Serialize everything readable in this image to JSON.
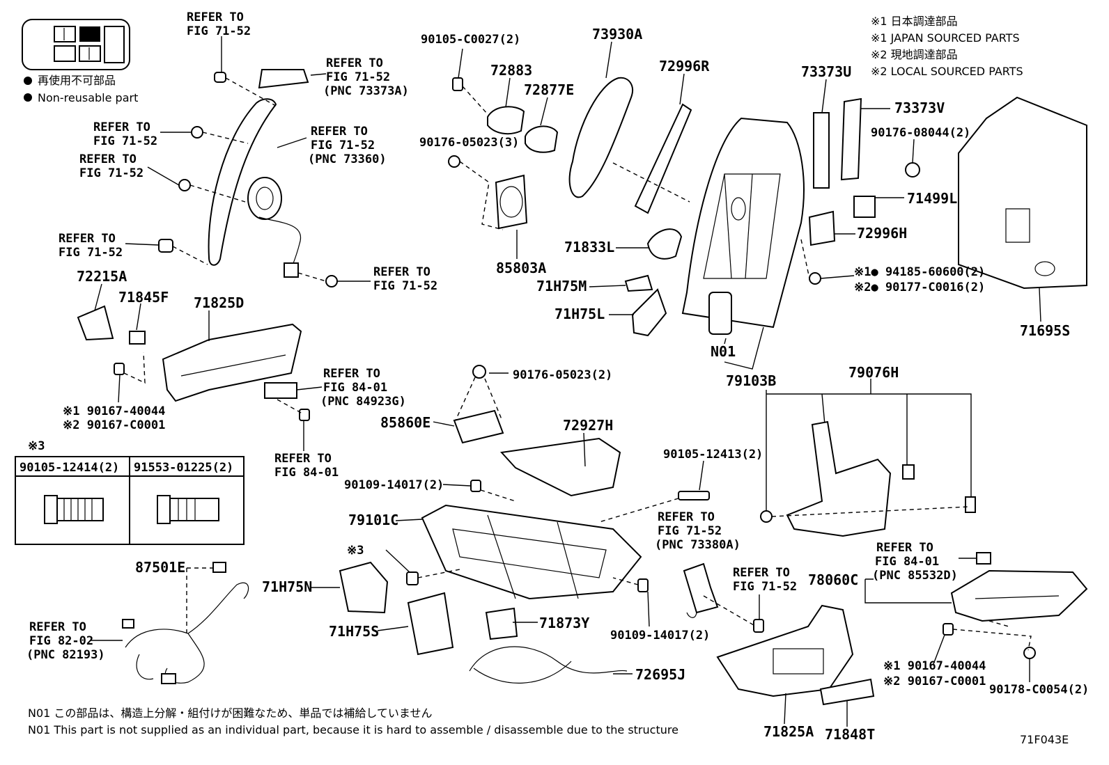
{
  "legend": {
    "nonreusable_jp": "再使用不可部品",
    "nonreusable_en": "Non-reusable part"
  },
  "sourcing": {
    "line1": "※1 日本調達部品",
    "line2": "※1 JAPAN SOURCED PARTS",
    "line3": "※2 現地調達部品",
    "line4": "※2 LOCAL SOURCED PARTS"
  },
  "labels": {
    "ref_71_52_a_1": "REFER TO",
    "ref_71_52_a_2": "FIG 71-52",
    "ref_73373a_1": "REFER TO",
    "ref_73373a_2": "FIG 71-52",
    "ref_73373a_3": "(PNC 73373A)",
    "ref_71_52_b_1": "REFER TO",
    "ref_71_52_b_2": "FIG 71-52",
    "ref_73360_1": "REFER TO",
    "ref_73360_2": "FIG 71-52",
    "ref_73360_3": "(PNC 73360)",
    "ref_71_52_c_1": "REFER TO",
    "ref_71_52_c_2": "FIG 71-52",
    "ref_71_52_d_1": "REFER TO",
    "ref_71_52_d_2": "FIG 71-52",
    "ref_71_52_e_1": "REFER TO",
    "ref_71_52_e_2": "FIG 71-52",
    "ref_84923g_1": "REFER TO",
    "ref_84923g_2": "FIG 84-01",
    "ref_84923g_3": "(PNC 84923G)",
    "ref_84_01_1": "REFER TO",
    "ref_84_01_2": "FIG 84-01",
    "ref_73380a_1": "REFER TO",
    "ref_73380a_2": "FIG 71-52",
    "ref_73380a_3": "(PNC 73380A)",
    "ref_71_52_f_1": "REFER TO",
    "ref_71_52_f_2": "FIG 71-52",
    "ref_85532d_1": "REFER TO",
    "ref_85532d_2": "FIG 84-01",
    "ref_85532d_3": "(PNC 85532D)",
    "ref_82193_1": "REFER TO",
    "ref_82193_2": "FIG 82-02",
    "ref_82193_3": "(PNC 82193)",
    "p_90105_c0027": "90105-C0027(2)",
    "p_72883": "72883",
    "p_72877e": "72877E",
    "p_90176_05023_3": "90176-05023(3)",
    "p_85803a": "85803A",
    "p_73930a": "73930A",
    "p_72996r": "72996R",
    "p_73373u": "73373U",
    "p_73373v": "73373V",
    "p_90176_08044": "90176-08044(2)",
    "p_71499l": "71499L",
    "p_72996h": "72996H",
    "p_71833l": "71833L",
    "p_71h75m": "71H75M",
    "p_71h75l": "71H75L",
    "p_94185": "※1● 94185-60600(2)",
    "p_90177": "※2● 90177-C0016(2)",
    "p_71695s": "71695S",
    "p_n01": "N01",
    "p_79103b": "79103B",
    "p_72215a": "72215A",
    "p_71845f": "71845F",
    "p_71825d": "71825D",
    "p_90167_40044_a": "※1 90167-40044",
    "p_90167_c0001_a": "※2 90167-C0001",
    "p_90176_05023_2": "90176-05023(2)",
    "p_85860e": "85860E",
    "p_72927h": "72927H",
    "p_90105_12413": "90105-12413(2)",
    "p_90109_14017_a": "90109-14017(2)",
    "p_79101c": "79101C",
    "p_79076h": "79076H",
    "p_note3_mark": "※3",
    "p_90105_12414": "90105-12414(2)",
    "p_91553_01225": "91553-01225(2)",
    "p_87501e": "87501E",
    "p_71h75n": "71H75N",
    "p_mark3b": "※3",
    "p_71h75s": "71H75S",
    "p_71873y": "71873Y",
    "p_90109_14017_b": "90109-14017(2)",
    "p_78060c": "78060C",
    "p_90167_40044_b": "※1 90167-40044",
    "p_90167_c0001_b": "※2 90167-C0001",
    "p_90178_c0054": "90178-C0054(2)",
    "p_72695j": "72695J",
    "p_71825a": "71825A",
    "p_71848t": "71848T"
  },
  "notes": {
    "n01_jp": "N01 この部品は、構造上分解・組付けが困難なため、単品では補給していません",
    "n01_en": "N01 This part is not supplied as an individual part, because it is hard to assemble / disassemble due to the structure"
  },
  "figure_code": "71F043E"
}
